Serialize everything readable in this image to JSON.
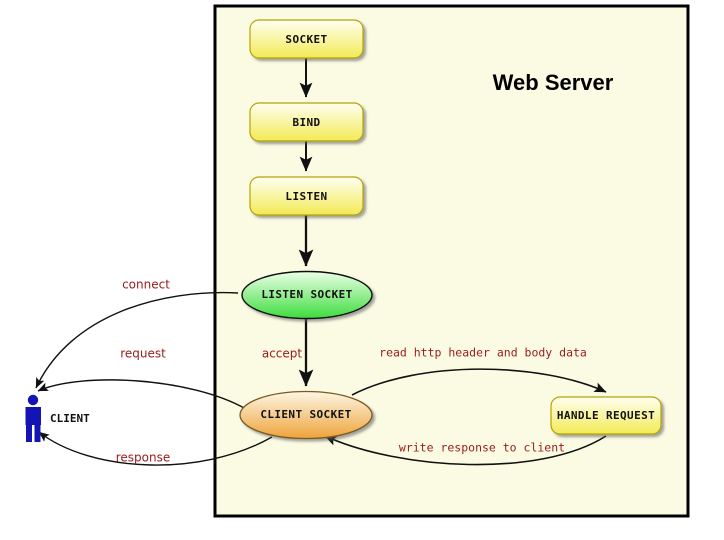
{
  "diagram": {
    "title": "Web Server",
    "container": {
      "label": "web-server-boundary",
      "fill": "#fbfbe4",
      "stroke": "#000000"
    },
    "colors": {
      "process_fill_top": "#fffff0",
      "process_fill_bottom": "#f2ea55",
      "process_stroke": "#b5a300",
      "listen_socket_fill_top": "#eaffe4",
      "listen_socket_fill_bottom": "#3ddc3d",
      "listen_socket_stroke": "#111111",
      "client_socket_fill_top": "#fbf4e0",
      "client_socket_fill_bottom": "#eea33a",
      "client_socket_stroke": "#7a5a22",
      "edge_label": "#9b1b1b",
      "actor": "#1414b4",
      "arrow": "#111111",
      "canvas_bg": "#ffffff"
    },
    "nodes": [
      {
        "id": "socket",
        "label": "SOCKET",
        "shape": "rounded-rect"
      },
      {
        "id": "bind",
        "label": "BIND",
        "shape": "rounded-rect"
      },
      {
        "id": "listen",
        "label": "LISTEN",
        "shape": "rounded-rect"
      },
      {
        "id": "listen_socket",
        "label": "LISTEN SOCKET",
        "shape": "ellipse"
      },
      {
        "id": "client_socket",
        "label": "CLIENT SOCKET",
        "shape": "ellipse"
      },
      {
        "id": "handle_request",
        "label": "HANDLE REQUEST",
        "shape": "rounded-rect"
      }
    ],
    "actor": {
      "id": "client",
      "label": "CLIENT"
    },
    "edges": [
      {
        "id": "socket-bind",
        "label": ""
      },
      {
        "id": "bind-listen",
        "label": ""
      },
      {
        "id": "listen-listen_socket",
        "label": ""
      },
      {
        "id": "client-listen_socket",
        "label": "connect"
      },
      {
        "id": "client-client_socket",
        "label": "request"
      },
      {
        "id": "listen_socket-client_socket",
        "label": "accept"
      },
      {
        "id": "client_socket-handle_request",
        "label": "read http header and body data"
      },
      {
        "id": "handle_request-client_socket",
        "label": "write response to client"
      },
      {
        "id": "client_socket-client",
        "label": "response"
      }
    ]
  }
}
